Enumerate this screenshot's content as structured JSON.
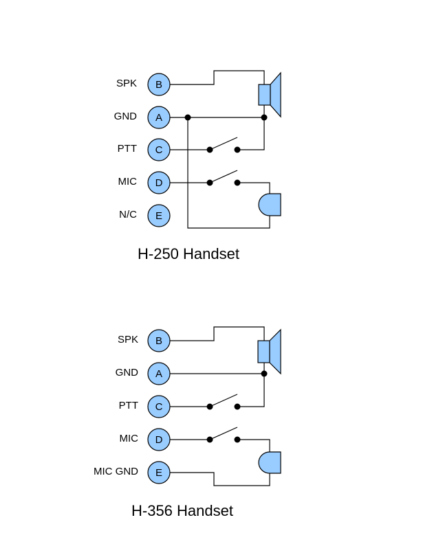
{
  "diagrams": [
    {
      "title": "H-250 Handset",
      "pins": [
        {
          "signal": "SPK",
          "letter": "B"
        },
        {
          "signal": "GND",
          "letter": "A"
        },
        {
          "signal": "PTT",
          "letter": "C"
        },
        {
          "signal": "MIC",
          "letter": "D"
        },
        {
          "signal": "N/C",
          "letter": "E"
        }
      ]
    },
    {
      "title": "H-356 Handset",
      "pins": [
        {
          "signal": "SPK",
          "letter": "B"
        },
        {
          "signal": "GND",
          "letter": "A"
        },
        {
          "signal": "PTT",
          "letter": "C"
        },
        {
          "signal": "MIC",
          "letter": "D"
        },
        {
          "signal": "MIC GND",
          "letter": "E"
        }
      ]
    }
  ],
  "colors": {
    "connector_fill": "#99ccff",
    "wire": "#000000"
  }
}
